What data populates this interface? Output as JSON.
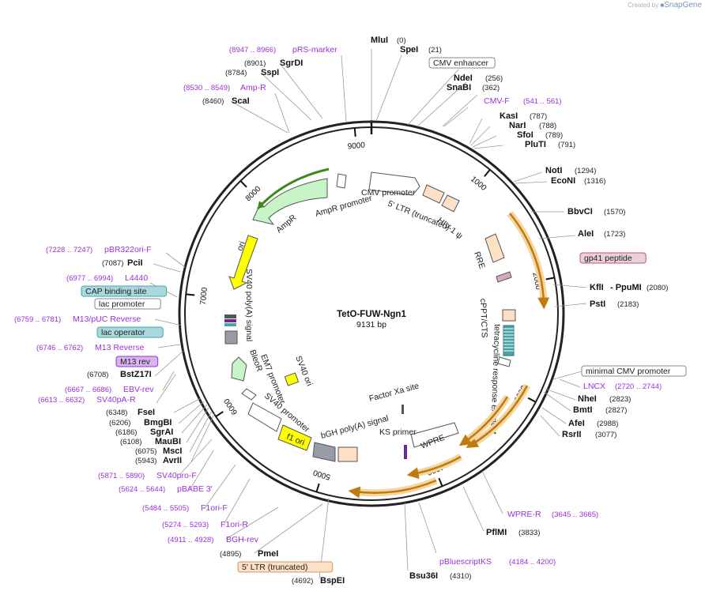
{
  "header": {
    "credit_prefix": "Created by",
    "credit_brand": "SnapGene"
  },
  "plasmid": {
    "name": "TetO-FUW-Ngn1",
    "size": "9131 bp"
  },
  "ticks": [
    "1000",
    "2000",
    "3000",
    "4000",
    "5000",
    "6000",
    "7000",
    "8000",
    "9000"
  ],
  "enzymes": [
    {
      "id": "mlui",
      "name": "MluI",
      "pos": "(0)"
    },
    {
      "id": "spei",
      "name": "SpeI",
      "pos": "(21)"
    },
    {
      "id": "ndei",
      "name": "NdeI",
      "pos": "(256)"
    },
    {
      "id": "snabi",
      "name": "SnaBI",
      "pos": "(362)"
    },
    {
      "id": "kasi",
      "name": "KasI",
      "pos": "(787)"
    },
    {
      "id": "nari",
      "name": "NarI",
      "pos": "(788)"
    },
    {
      "id": "sfoi",
      "name": "SfoI",
      "pos": "(789)"
    },
    {
      "id": "pluti",
      "name": "PluTI",
      "pos": "(791)"
    },
    {
      "id": "noti",
      "name": "NotI",
      "pos": "(1294)"
    },
    {
      "id": "econi",
      "name": "EcoNI",
      "pos": "(1316)"
    },
    {
      "id": "bbvci",
      "name": "BbvCI",
      "pos": "(1570)"
    },
    {
      "id": "alei",
      "name": "AleI",
      "pos": "(1723)"
    },
    {
      "id": "kfli",
      "name": "KflI",
      "pos": ""
    },
    {
      "id": "ppumi",
      "name": "-  PpuMI",
      "pos": "(2080)"
    },
    {
      "id": "psti",
      "name": "PstI",
      "pos": "(2183)"
    },
    {
      "id": "nhei",
      "name": "NheI",
      "pos": "(2823)"
    },
    {
      "id": "bmti",
      "name": "BmtI",
      "pos": "(2827)"
    },
    {
      "id": "afei",
      "name": "AfeI",
      "pos": "(2988)"
    },
    {
      "id": "rsrii",
      "name": "RsrII",
      "pos": "(3077)"
    },
    {
      "id": "pflmi",
      "name": "PflMI",
      "pos": "(3833)"
    },
    {
      "id": "bsu36i",
      "name": "Bsu36I",
      "pos": "(4310)"
    },
    {
      "id": "bspei",
      "name": "BspEI",
      "pos": "(4692)"
    },
    {
      "id": "pmei",
      "name": "PmeI",
      "pos": "(4895)"
    },
    {
      "id": "avrii",
      "name": "AvrII",
      "pos": "(5943)"
    },
    {
      "id": "msci",
      "name": "MscI",
      "pos": "(6075)"
    },
    {
      "id": "maubi",
      "name": "MauBI",
      "pos": "(6108)"
    },
    {
      "id": "sgrai",
      "name": "SgrAI",
      "pos": "(6186)"
    },
    {
      "id": "bmgbi",
      "name": "BmgBI",
      "pos": "(6206)"
    },
    {
      "id": "fsei",
      "name": "FseI",
      "pos": "(6348)"
    },
    {
      "id": "bstz17i",
      "name": "BstZ17I",
      "pos": "(6708)"
    },
    {
      "id": "pcii",
      "name": "PciI",
      "pos": "(7087)"
    },
    {
      "id": "scai",
      "name": "ScaI",
      "pos": "(8460)"
    },
    {
      "id": "sspi",
      "name": "SspI",
      "pos": "(8784)"
    },
    {
      "id": "sgrdi",
      "name": "SgrDI",
      "pos": "(8901)"
    }
  ],
  "primers": [
    {
      "id": "prs",
      "name": "pRS-marker",
      "pos": "(8947 .. 8966)"
    },
    {
      "id": "ampr",
      "name": "Amp-R",
      "pos": "(8530 .. 8549)"
    },
    {
      "id": "cmvf",
      "name": "CMV-F",
      "pos": "(541 .. 561)"
    },
    {
      "id": "lncx",
      "name": "LNCX",
      "pos": "(2720 .. 2744)"
    },
    {
      "id": "wprer",
      "name": "WPRE-R",
      "pos": "(3645 .. 3665)"
    },
    {
      "id": "pbks",
      "name": "pBluescriptKS",
      "pos": "(4184 .. 4200)"
    },
    {
      "id": "bghrev",
      "name": "BGH-rev",
      "pos": "(4911 .. 4928)"
    },
    {
      "id": "f1orir",
      "name": "F1ori-R",
      "pos": "(5274 .. 5293)"
    },
    {
      "id": "f1orif",
      "name": "F1ori-F",
      "pos": "(5484 .. 5505)"
    },
    {
      "id": "pbabe",
      "name": "pBABE 3'",
      "pos": "(5624 .. 5644)"
    },
    {
      "id": "sv40prof",
      "name": "SV40pro-F",
      "pos": "(5871 .. 5890)"
    },
    {
      "id": "sv40par",
      "name": "SV40pA-R",
      "pos": "(6613 .. 6632)"
    },
    {
      "id": "ebvrev",
      "name": "EBV-rev",
      "pos": "(6667 .. 6686)"
    },
    {
      "id": "m13r",
      "name": "M13 Reverse",
      "pos": "(6746 .. 6762)"
    },
    {
      "id": "m13puc",
      "name": "M13/pUC Reverse",
      "pos": "(6759 .. 6781)"
    },
    {
      "id": "l4440",
      "name": "L4440",
      "pos": "(6977 .. 6994)"
    },
    {
      "id": "pbr322",
      "name": "pBR322ori-F",
      "pos": "(7228 .. 7247)"
    }
  ],
  "boxed_labels": {
    "cmv_enhancer": "CMV enhancer",
    "gp41": "gp41 peptide",
    "min_cmv": "minimal CMV promoter",
    "ltr_trunc": "5' LTR (truncated)",
    "m13rev": "M13 rev",
    "lac_operator": "lac operator",
    "lac_promoter": "lac promoter",
    "cap_site": "CAP binding site"
  },
  "features": {
    "cmv_promoter": "CMV promoter",
    "ltr5": "5' LTR (truncated)",
    "hiv": "HIV-1 ψ",
    "rre": "RRE",
    "cppt": "cPPT/CTS",
    "tre": "tetracycline response element",
    "wpre": "WPRE",
    "ks_primer": "KS primer",
    "factor_xa": "Factor Xa site",
    "bgh": "bGH poly(A) signal",
    "f1ori": "f1 ori",
    "sv40_promoter": "SV40 promoter",
    "em7": "EM7 promoter",
    "bleor": "BleoR",
    "sv40ori": "SV40 ori",
    "sv40pa": "SV40 poly(A) signal",
    "ori": "ori",
    "ampr": "AmpR",
    "ampr_promoter": "AmpR promoter"
  },
  "colors": {
    "primer": "#9b30d9",
    "promoter_fill": "#ffffff",
    "ltr_fill": "#fde0c6",
    "ori_fill": "#ffff00",
    "ampr_fill": "#c8f5c8",
    "orf_orange": "#e59e2f",
    "tre_teal": "#4aa3a8",
    "terminator": "#999ca6"
  }
}
